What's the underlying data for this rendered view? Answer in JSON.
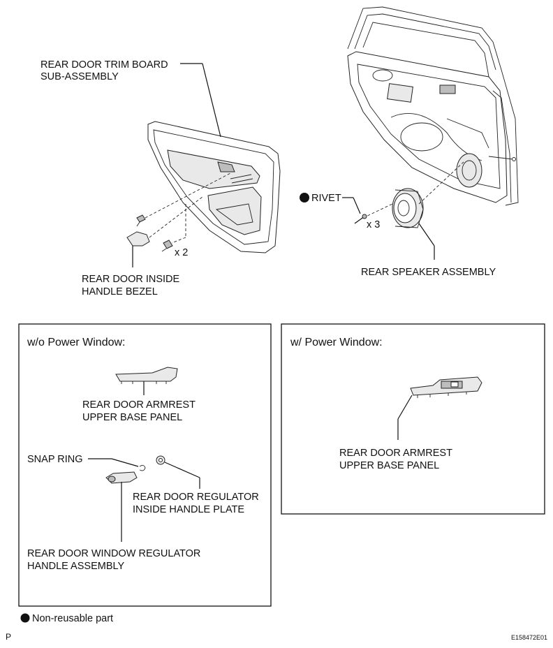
{
  "labels": {
    "trim_board_1": "REAR DOOR TRIM BOARD",
    "trim_board_2": "SUB-ASSEMBLY",
    "inside_bezel_1": "REAR DOOR INSIDE",
    "inside_bezel_2": "HANDLE BEZEL",
    "x2": "x 2",
    "rivet": "RIVET",
    "x3": "x 3",
    "speaker": "REAR SPEAKER ASSEMBLY"
  },
  "panel_left": {
    "title": "w/o Power Window:",
    "armrest_1": "REAR DOOR ARMREST",
    "armrest_2": "UPPER BASE PANEL",
    "snap_ring": "SNAP RING",
    "plate_1": "REAR DOOR REGULATOR",
    "plate_2": "INSIDE HANDLE PLATE",
    "handle_1": "REAR DOOR WINDOW REGULATOR",
    "handle_2": "HANDLE ASSEMBLY"
  },
  "panel_right": {
    "title": "w/ Power Window:",
    "armrest_1": "REAR DOOR ARMREST",
    "armrest_2": "UPPER BASE PANEL"
  },
  "legend": {
    "text": "Non-reusable part"
  },
  "footer": {
    "left": "P",
    "right": "E158472E01"
  }
}
